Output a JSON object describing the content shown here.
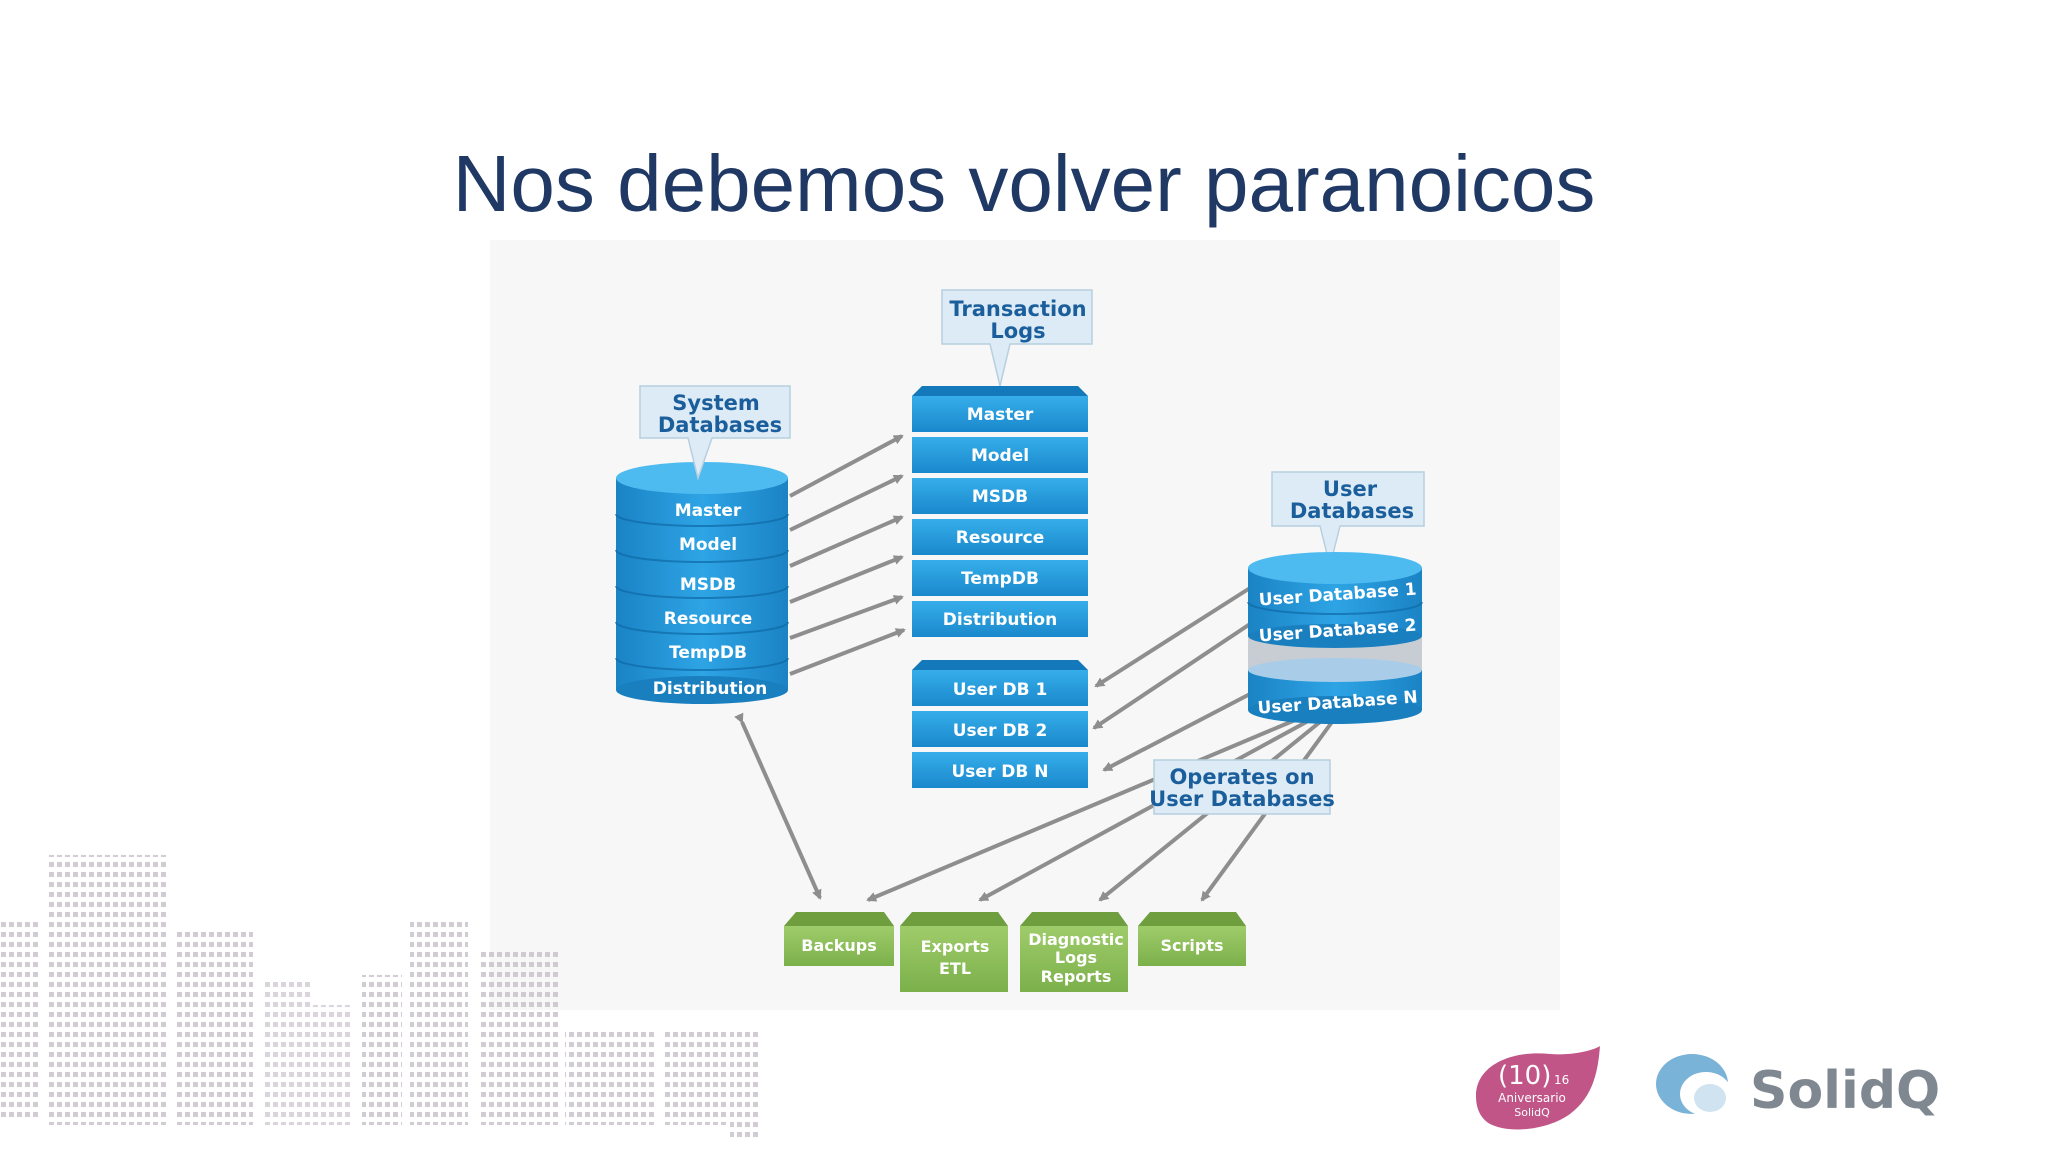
{
  "slide": {
    "title": "Nos debemos volver paranoicos"
  },
  "callouts": {
    "system": [
      "System",
      "Databases"
    ],
    "transaction": [
      "Transaction",
      "Logs"
    ],
    "user": [
      "User",
      "Databases"
    ],
    "operates": [
      "Operates on",
      "User Databases"
    ]
  },
  "system_stack": [
    "Master",
    "Model",
    "MSDB",
    "Resource",
    "TempDB",
    "Distribution"
  ],
  "log_stack": [
    "Master",
    "Model",
    "MSDB",
    "Resource",
    "TempDB",
    "Distribution"
  ],
  "user_log_stack": [
    "User DB 1",
    "User DB 2",
    "User DB N"
  ],
  "user_db_stack": [
    "User Database 1",
    "User Database 2",
    "User Database N"
  ],
  "outputs": [
    [
      "Backups"
    ],
    [
      "Exports",
      "ETL"
    ],
    [
      "Diagnostic",
      "Logs",
      "Reports"
    ],
    [
      "Scripts"
    ]
  ],
  "logo": {
    "anniv_top": "(10)",
    "anniv_sup": "16",
    "anniv_line1": "Aniversario",
    "anniv_line2": "SolidQ",
    "brand": "SolidQ"
  },
  "colors": {
    "title": "#1f3864",
    "blue": "#1e96d8",
    "green": "#8dc05a",
    "callout_text": "#1b5e9c"
  }
}
